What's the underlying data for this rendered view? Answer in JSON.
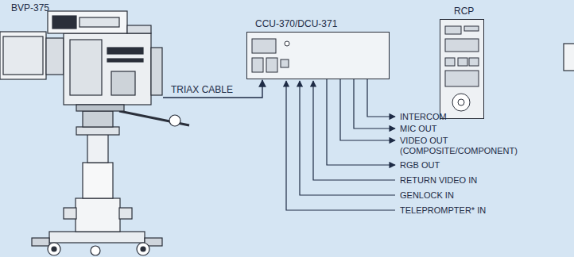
{
  "diagram": {
    "nodes": [
      {
        "text": [
          "BVP-375"
        ]
      },
      {
        "text": [
          "CCU-370/DCU-371"
        ]
      },
      {
        "text": [
          "RCP"
        ]
      }
    ],
    "edges": [
      {
        "from": 0,
        "to": 1,
        "label": "TRIAX CABLE",
        "arrow": "to"
      }
    ],
    "labels": [
      "INTERCOM",
      "MIC OUT",
      "VIDEO OUT",
      "(COMPOSITE/COMPONENT)",
      "RGB OUT",
      "RETURN VIDEO IN",
      "GENLOCK IN",
      "TELEPROMPTER* IN"
    ]
  }
}
